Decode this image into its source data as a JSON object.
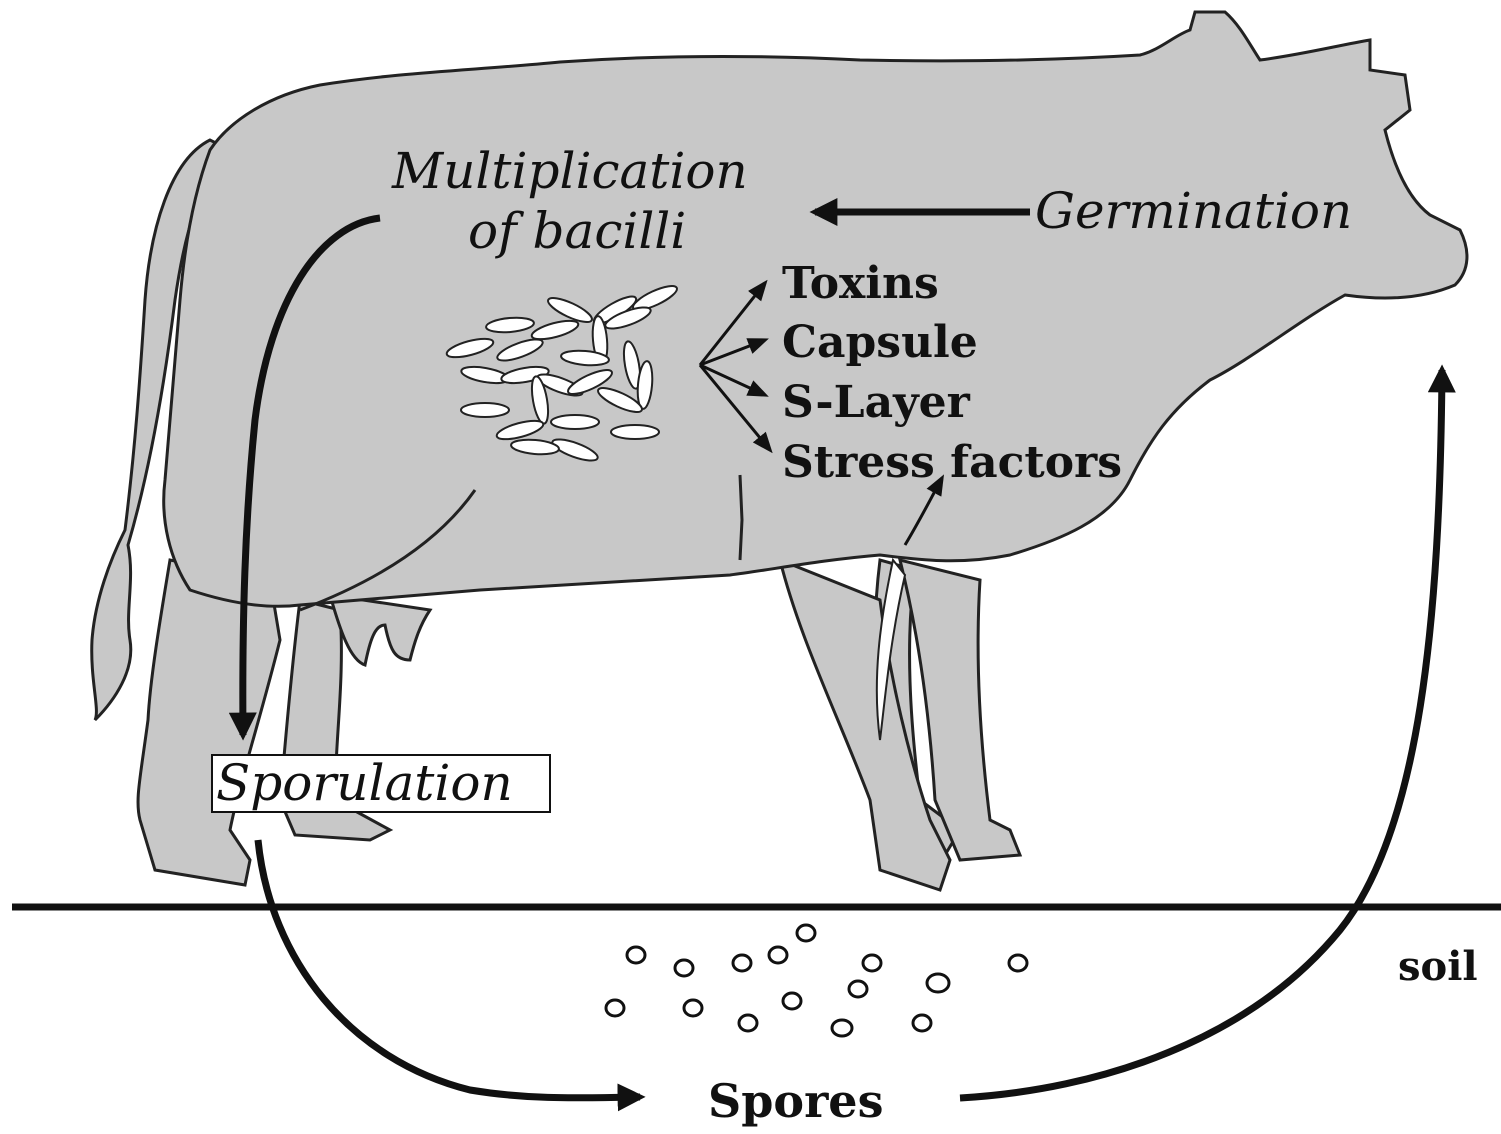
{
  "labels": {
    "multiplication_line1": "Multiplication",
    "multiplication_line2": "of bacilli",
    "germination": "Germination",
    "sporulation": "Sporulation",
    "spores": "Spores",
    "soil": "soil",
    "factors": [
      "Toxins",
      "Capsule",
      "S-Layer",
      "Stress factors"
    ]
  },
  "colors": {
    "animal_fill": "#c8c8c8",
    "ink": "#111111",
    "background": "#ffffff"
  }
}
